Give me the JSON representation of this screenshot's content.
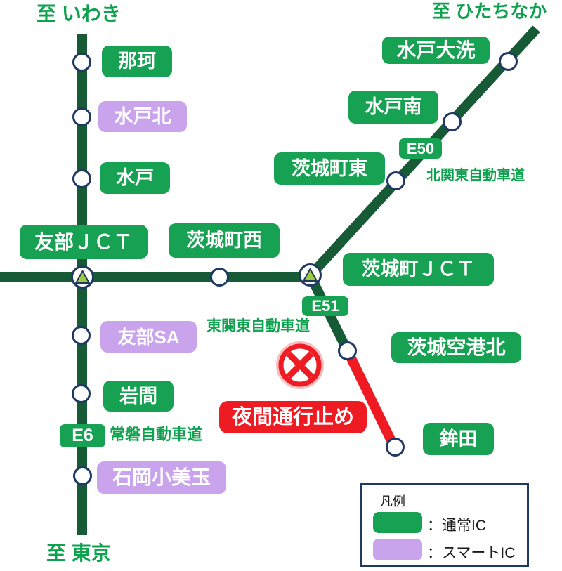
{
  "endpoints": {
    "iwaki": "至 いわき",
    "hitachinaka": "至 ひたちなか",
    "tokyo": "至 東京"
  },
  "road_names": {
    "kitakanto": "北関東自動車道",
    "higashikanto": "東関東自動車道",
    "joban": "常磐自動車道"
  },
  "road_badges": {
    "e50": "E50",
    "e51": "E51",
    "e6": "E6"
  },
  "ics": [
    {
      "id": "naka",
      "label": "那珂",
      "type": "normal"
    },
    {
      "id": "mito-kita",
      "label": "水戸北",
      "type": "smart"
    },
    {
      "id": "mito",
      "label": "水戸",
      "type": "normal"
    },
    {
      "id": "tomobe-jct",
      "label": "友部ＪＣＴ",
      "type": "jct"
    },
    {
      "id": "ibarakimachi-nishi",
      "label": "茨城町西",
      "type": "normal"
    },
    {
      "id": "tomobe-sa",
      "label": "友部SA",
      "type": "smart"
    },
    {
      "id": "iwama",
      "label": "岩間",
      "type": "normal"
    },
    {
      "id": "ishioka-omitama",
      "label": "石岡小美玉",
      "type": "smart"
    },
    {
      "id": "mito-oarai",
      "label": "水戸大洗",
      "type": "normal"
    },
    {
      "id": "mito-minami",
      "label": "水戸南",
      "type": "normal"
    },
    {
      "id": "ibarakimachi-higashi",
      "label": "茨城町東",
      "type": "normal"
    },
    {
      "id": "ibarakimachi-jct",
      "label": "茨城町ＪＣＴ",
      "type": "jct"
    },
    {
      "id": "ibaraki-kuko-kita",
      "label": "茨城空港北",
      "type": "normal"
    },
    {
      "id": "hokota",
      "label": "鉾田",
      "type": "normal"
    }
  ],
  "closure": {
    "label": "夜間通行止め"
  },
  "legend": {
    "title": "凡例",
    "normal_label": "：通常IC",
    "smart_label": "：スマートIC"
  },
  "colors": {
    "road_green": "#175A36",
    "ic_green": "#17A253",
    "smart_purple": "#C9A3EC",
    "closed_red": "#EE1B23",
    "closed_glow": "#F7BDBF",
    "navy": "#1F3864",
    "map_text_green": "#0DA24D",
    "jct_triangle_green": "#9CCB3E",
    "legend_text": "#1A1A1A"
  }
}
